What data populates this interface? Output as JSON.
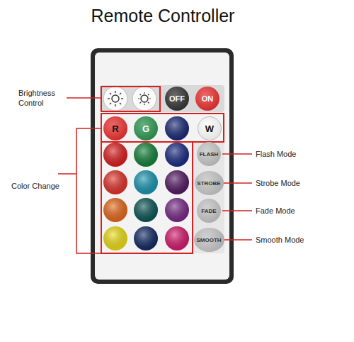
{
  "diagram": {
    "title": "Remote Controller",
    "nodes": [
      {
        "text": [
          "OFF"
        ]
      },
      {
        "text": [
          "ON"
        ]
      },
      {
        "text": [
          "R"
        ]
      },
      {
        "text": [
          "G"
        ]
      },
      {
        "text": [
          "W"
        ]
      },
      {
        "text": [
          "FLASH"
        ]
      },
      {
        "text": [
          "STROBE"
        ]
      },
      {
        "text": [
          "FADE"
        ]
      },
      {
        "text": [
          "SMOOTH"
        ]
      }
    ],
    "labels": [
      "Brightness Control",
      "Color Change",
      "Flash Mode",
      "Strobe Mode",
      "Fade Mode",
      "Smooth Mode"
    ]
  }
}
